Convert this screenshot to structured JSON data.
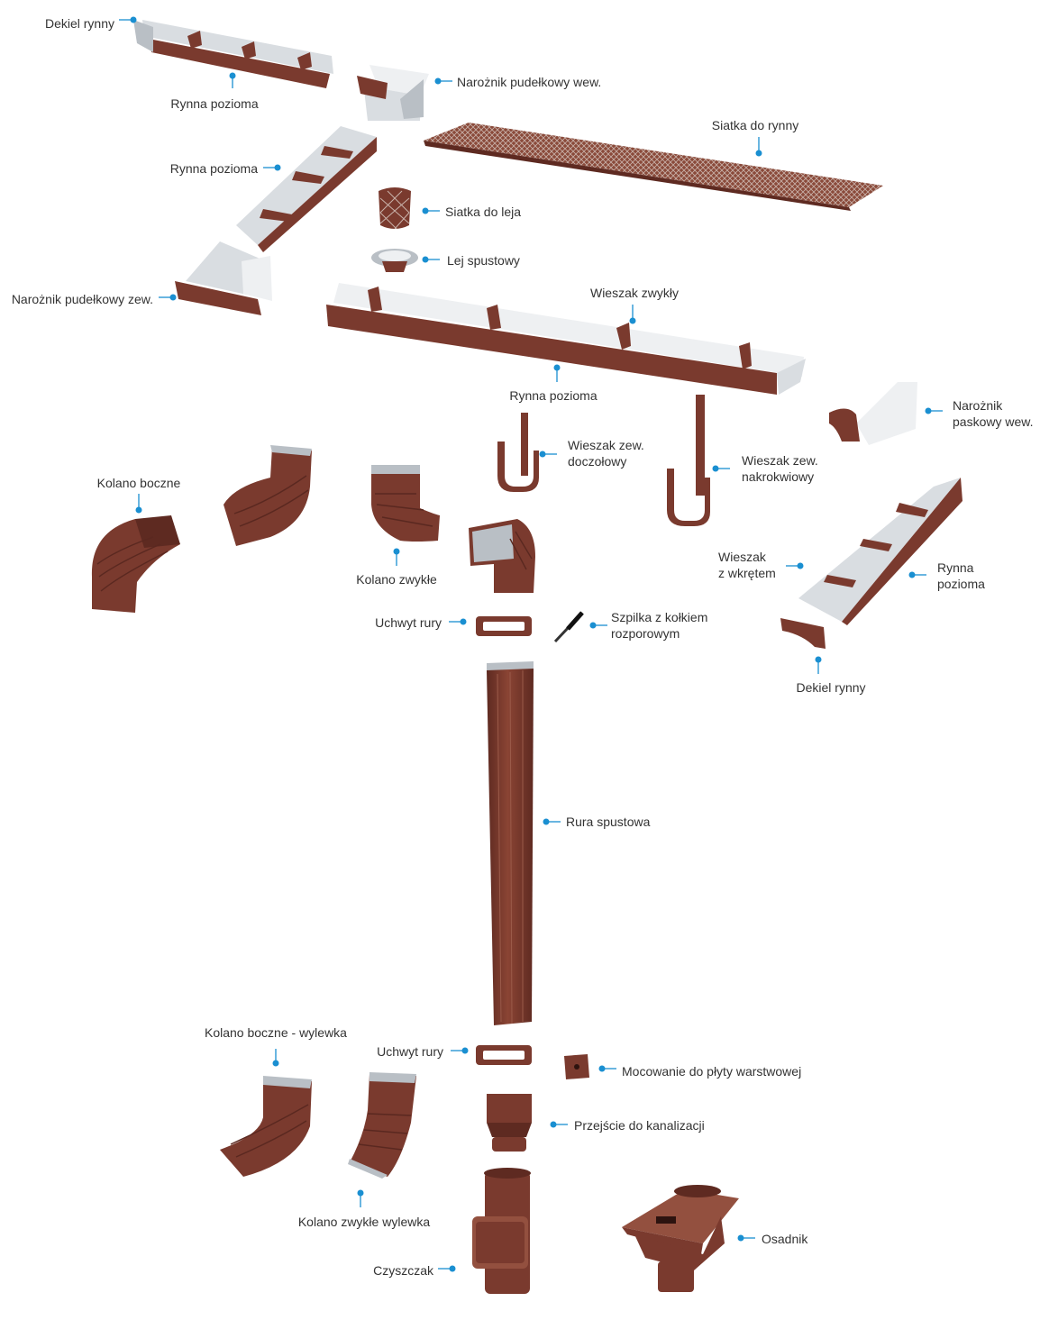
{
  "labels": {
    "dekiel_rynny_1": "Dekiel rynny",
    "rynna_pozioma_1": "Rynna pozioma",
    "naroznik_pudelkowy_wew": "Narożnik pudełkowy wew.",
    "siatka_do_rynny": "Siatka do rynny",
    "rynna_pozioma_2": "Rynna pozioma",
    "siatka_do_leja": "Siatka do leja",
    "lej_spustowy": "Lej spustowy",
    "naroznik_pudelkowy_zew": "Narożnik pudełkowy zew.",
    "wieszak_zwykly": "Wieszak zwykły",
    "rynna_pozioma_3": "Rynna pozioma",
    "naroznik_paskowy_wew": [
      "Narożnik",
      "paskowy wew."
    ],
    "wieszak_zew_doczolowy": [
      "Wieszak zew.",
      "doczołowy"
    ],
    "wieszak_zew_nakrokwiowy": [
      "Wieszak zew.",
      "nakrokwiowy"
    ],
    "kolano_boczne": "Kolano boczne",
    "kolano_zwykle": "Kolano zwykłe",
    "wieszak_z_wkretem": [
      "Wieszak",
      "z wkrętem"
    ],
    "rynna_pozioma_4": [
      "Rynna",
      "pozioma"
    ],
    "uchwyt_rury_1": "Uchwyt rury",
    "szpilka": [
      "Szpilka z kołkiem",
      "rozporowym"
    ],
    "dekiel_rynny_2": "Dekiel rynny",
    "rura_spustowa": "Rura spustowa",
    "kolano_boczne_wylewka": "Kolano boczne - wylewka",
    "uchwyt_rury_2": "Uchwyt rury",
    "mocowanie": "Mocowanie do płyty warstwowej",
    "przejscie": "Przejście do kanalizacji",
    "kolano_zwykle_wylewka": "Kolano zwykłe wylewka",
    "osadnik": "Osadnik",
    "czyszczak": "Czyszczak"
  },
  "colors": {
    "accent": "#1a8fd1",
    "product_brown": "#7a3a2e",
    "galvanized_steel": "#d9dde1",
    "label_text": "#333333"
  }
}
